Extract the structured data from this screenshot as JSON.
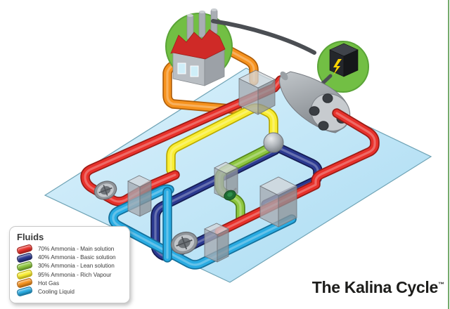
{
  "title": {
    "text": "The Kalina Cycle",
    "trademark": "™"
  },
  "legend": {
    "title": "Fluids",
    "items": [
      {
        "label": "70% Ammonia - Main solution",
        "color": "#e8312b",
        "dark": "#9c1c16"
      },
      {
        "label": "40% Ammonia - Basic solution",
        "color": "#2b3990",
        "dark": "#161d54"
      },
      {
        "label": "30% Ammonia - Lean solution",
        "color": "#8dc63f",
        "dark": "#55851c"
      },
      {
        "label": "95% Ammonia - Rich Vapour",
        "color": "#f9ed32",
        "dark": "#b9a902"
      },
      {
        "label": "Hot Gas",
        "color": "#f6921e",
        "dark": "#b05f0a"
      },
      {
        "label": "Cooling Liquid",
        "color": "#29abe2",
        "dark": "#14719c"
      }
    ]
  },
  "colors": {
    "pipes": {
      "red": {
        "main": "#e8312b",
        "dark": "#9c1c16"
      },
      "blue": {
        "main": "#2b3990",
        "dark": "#161d54"
      },
      "green": {
        "main": "#8dc63f",
        "dark": "#55851c"
      },
      "yellow": {
        "main": "#f9ed32",
        "dark": "#b9a902"
      },
      "orange": {
        "main": "#f6921e",
        "dark": "#b05f0a"
      },
      "cyan": {
        "main": "#29abe2",
        "dark": "#14719c"
      }
    },
    "platform_fill": "#c3e7f7",
    "platform_edge": "#6fa3b5",
    "halo_green": "#72bf44",
    "right_edge_line": "#5d9b51"
  },
  "components": {
    "heat_source": "factory-icon",
    "generator": "electric-generator-icon",
    "turbine": "turbine-icon",
    "separator": "separator-sphere",
    "pumps": [
      "pump-left",
      "pump-bottom"
    ],
    "heat_exchangers": [
      "evaporator",
      "left-exchanger",
      "mid-exchanger",
      "recuperator",
      "condenser"
    ],
    "valve": "throttle-valve"
  }
}
